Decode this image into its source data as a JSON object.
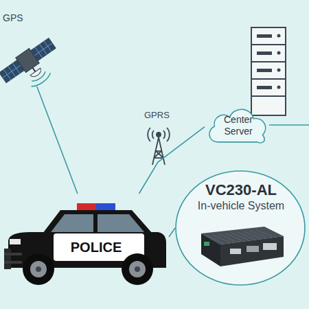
{
  "diagram": {
    "nodes": [
      {
        "text": [
          "GPS"
        ]
      },
      {
        "text": [
          "Center Server"
        ]
      },
      {
        "text": [
          "POLICE"
        ]
      },
      {
        "text": [
          "VC230-AL",
          "In-vehicle System"
        ]
      }
    ],
    "edges": [
      {
        "from": 0,
        "to": 2,
        "arrow": "none"
      },
      {
        "from": 2,
        "to": 1,
        "arrow": "none"
      },
      {
        "from": 2,
        "to": 3,
        "arrow": "none"
      }
    ],
    "labels": [
      "GPRS"
    ]
  }
}
